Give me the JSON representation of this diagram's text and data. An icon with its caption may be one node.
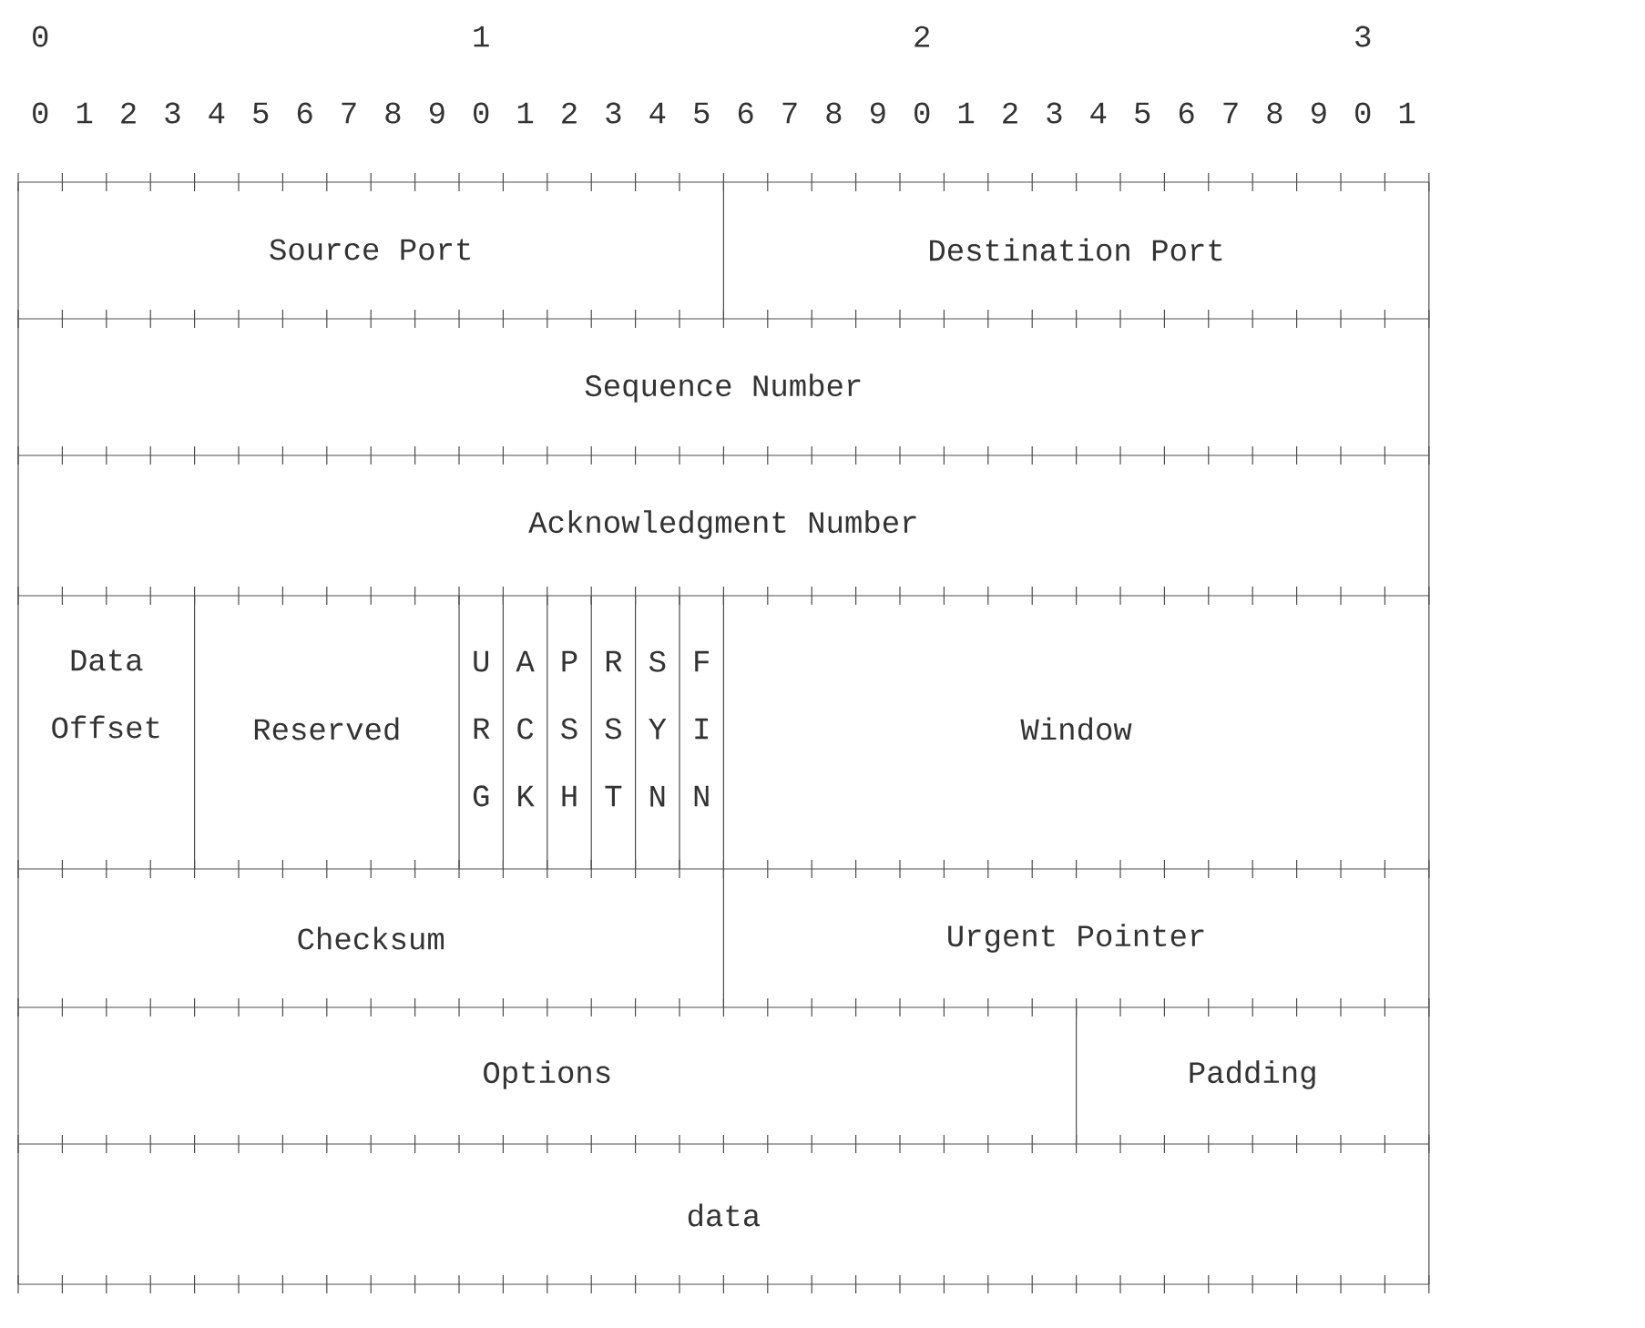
{
  "diagram": {
    "nodes": [
      {
        "text": [
          "Source Port"
        ]
      },
      {
        "text": [
          "Destination Port"
        ]
      },
      {
        "text": [
          "Sequence Number"
        ]
      },
      {
        "text": [
          "Acknowledgment Number"
        ]
      },
      {
        "text": [
          "Data Offset"
        ]
      },
      {
        "text": [
          "Reserved"
        ]
      },
      {
        "text": [
          "U R G"
        ]
      },
      {
        "text": [
          "A C K"
        ]
      },
      {
        "text": [
          "P S H"
        ]
      },
      {
        "text": [
          "R S T"
        ]
      },
      {
        "text": [
          "S Y N"
        ]
      },
      {
        "text": [
          "F I N"
        ]
      },
      {
        "text": [
          "Window"
        ]
      },
      {
        "text": [
          "Checksum"
        ]
      },
      {
        "text": [
          "Urgent Pointer"
        ]
      },
      {
        "text": [
          "Options"
        ]
      },
      {
        "text": [
          "Padding"
        ]
      },
      {
        "text": [
          "data"
        ]
      }
    ],
    "labels": [
      "0",
      "1",
      "2",
      "3",
      "0",
      "1",
      "2",
      "3",
      "4",
      "5",
      "6",
      "7",
      "8",
      "9",
      "0",
      "1",
      "2",
      "3",
      "4",
      "5",
      "6",
      "7",
      "8",
      "9",
      "0",
      "1",
      "2",
      "3",
      "4",
      "5",
      "6",
      "7",
      "8",
      "9",
      "0",
      "1"
    ]
  }
}
